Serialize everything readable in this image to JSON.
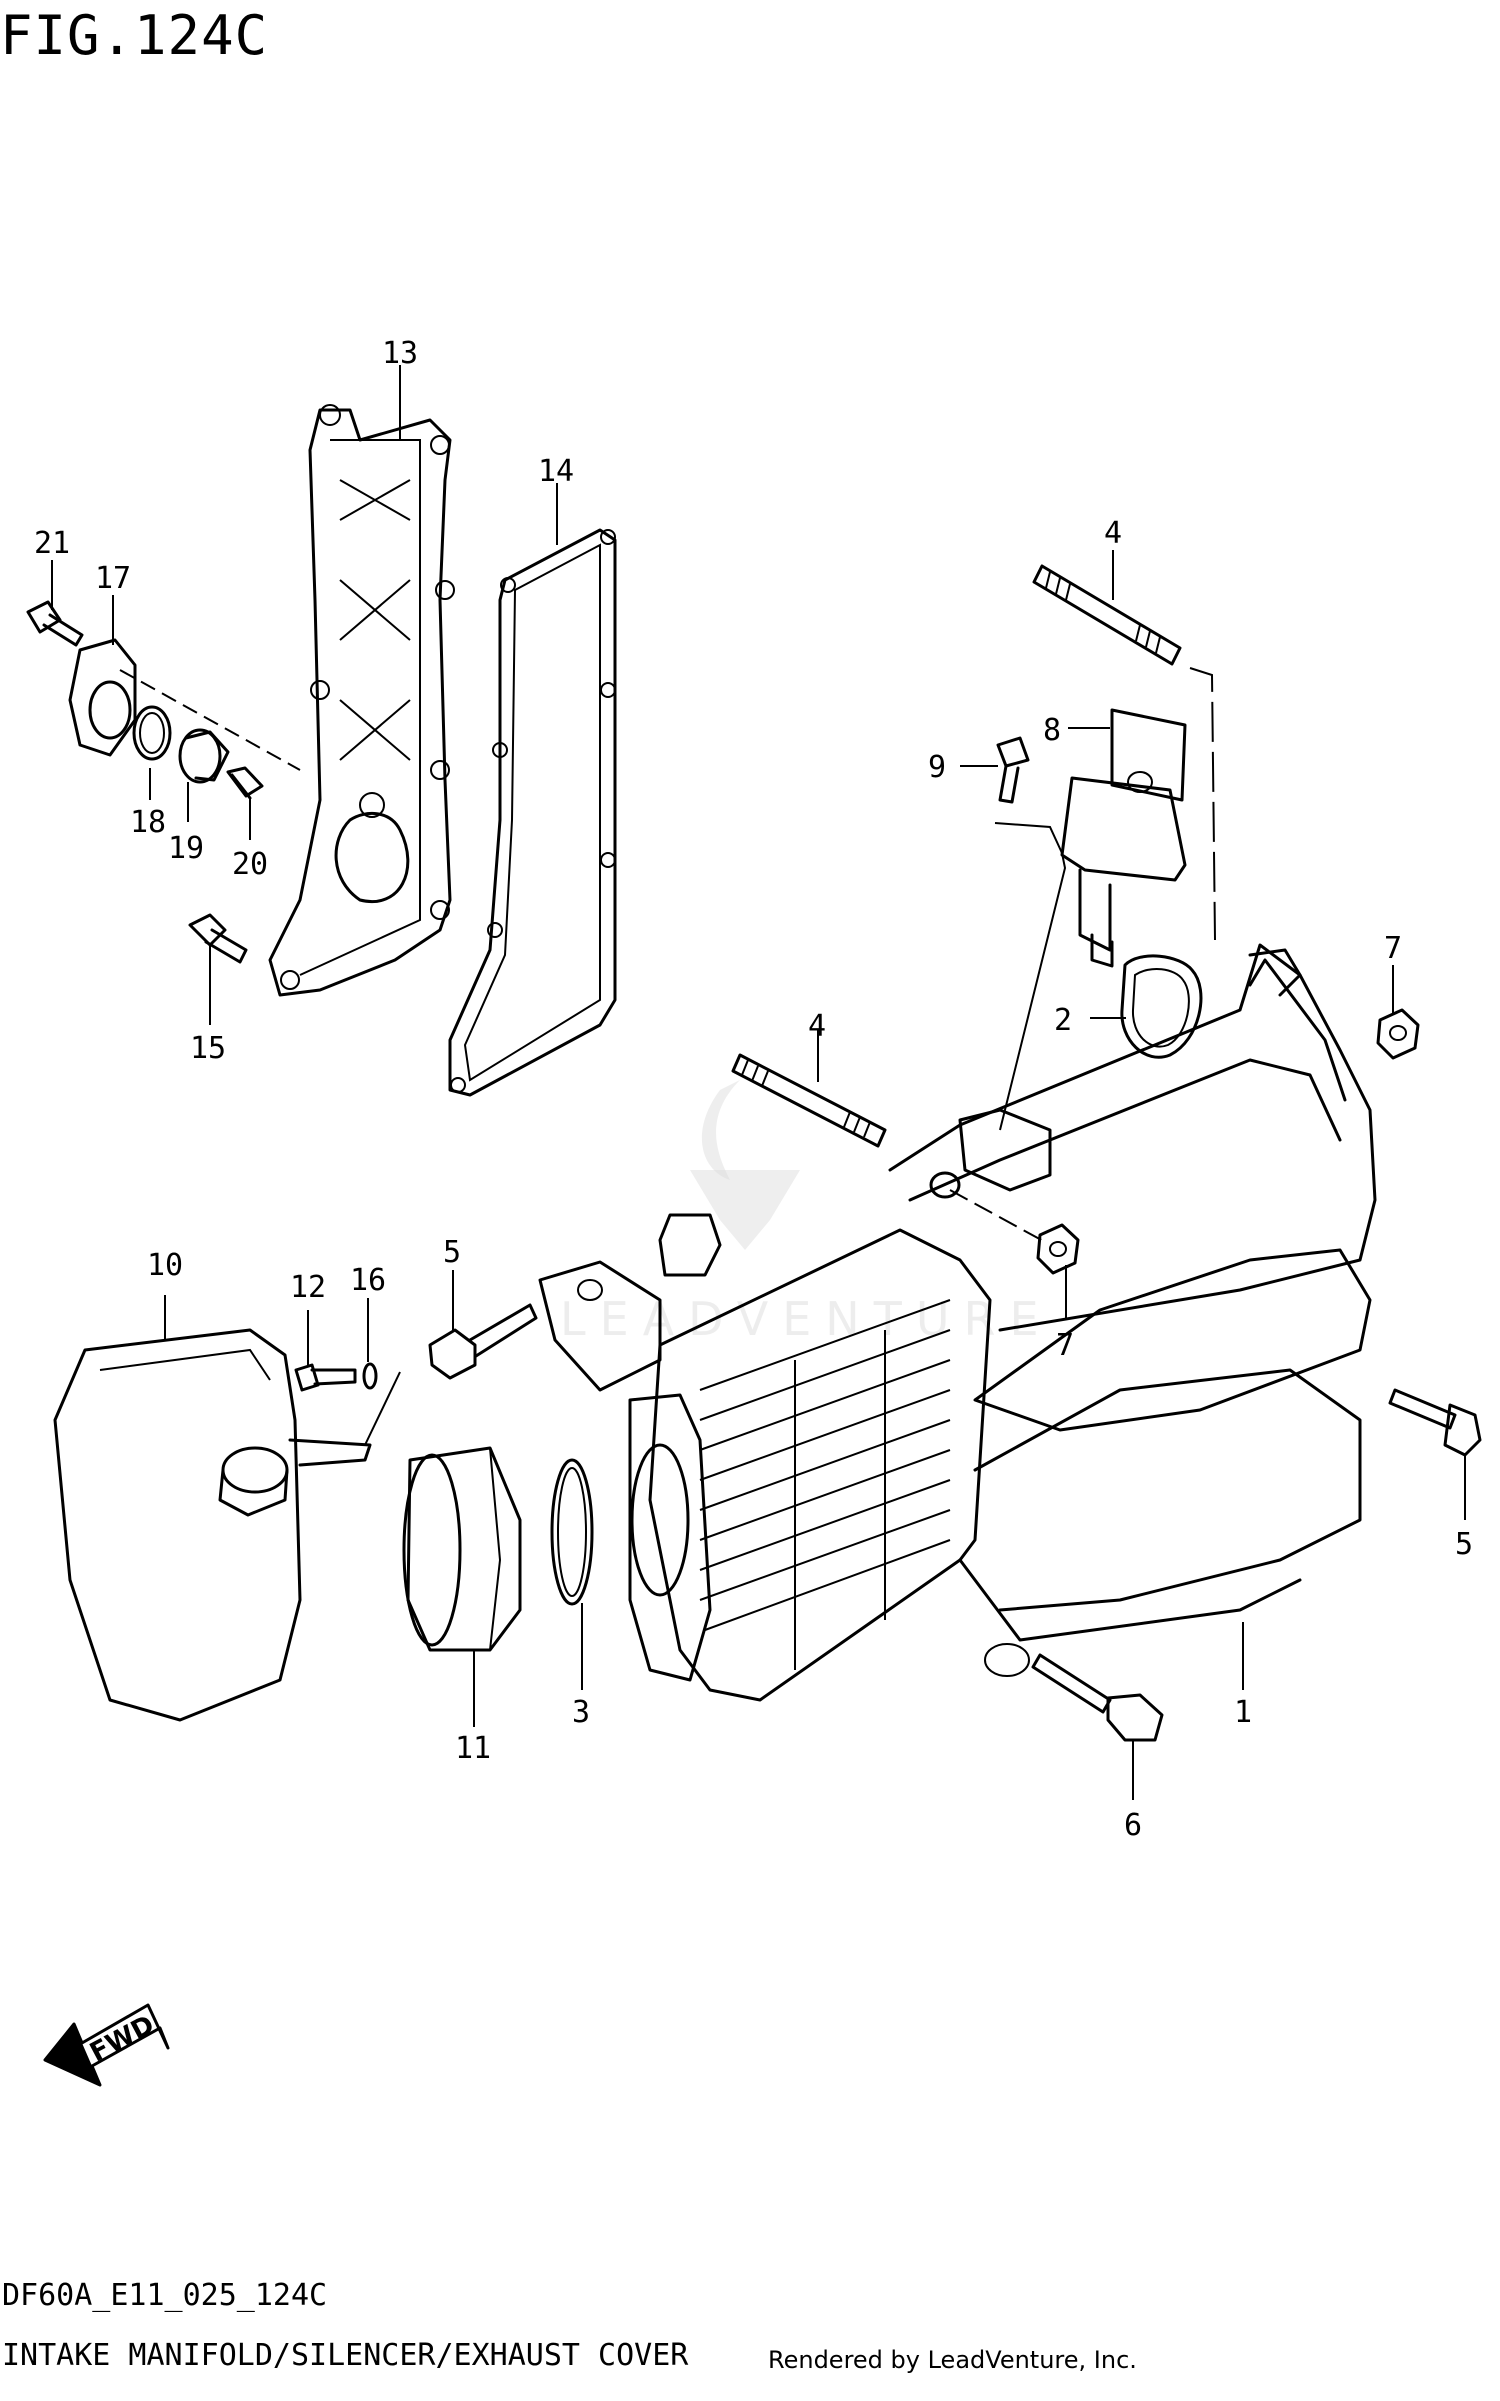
{
  "figure": {
    "title": "FIG.124C",
    "code": "DF60A_E11_025_124C",
    "caption": "INTAKE MANIFOLD/SILENCER/EXHAUST COVER",
    "credit": "Rendered by LeadVenture, Inc.",
    "fwd_label": "FWD",
    "watermark": "LEADVENTURE"
  },
  "callouts": [
    "13",
    "14",
    "21",
    "17",
    "18",
    "19",
    "20",
    "15",
    "4",
    "8",
    "9",
    "7",
    "2",
    "4",
    "5",
    "10",
    "12",
    "16",
    "7",
    "5",
    "11",
    "3",
    "1",
    "6"
  ]
}
